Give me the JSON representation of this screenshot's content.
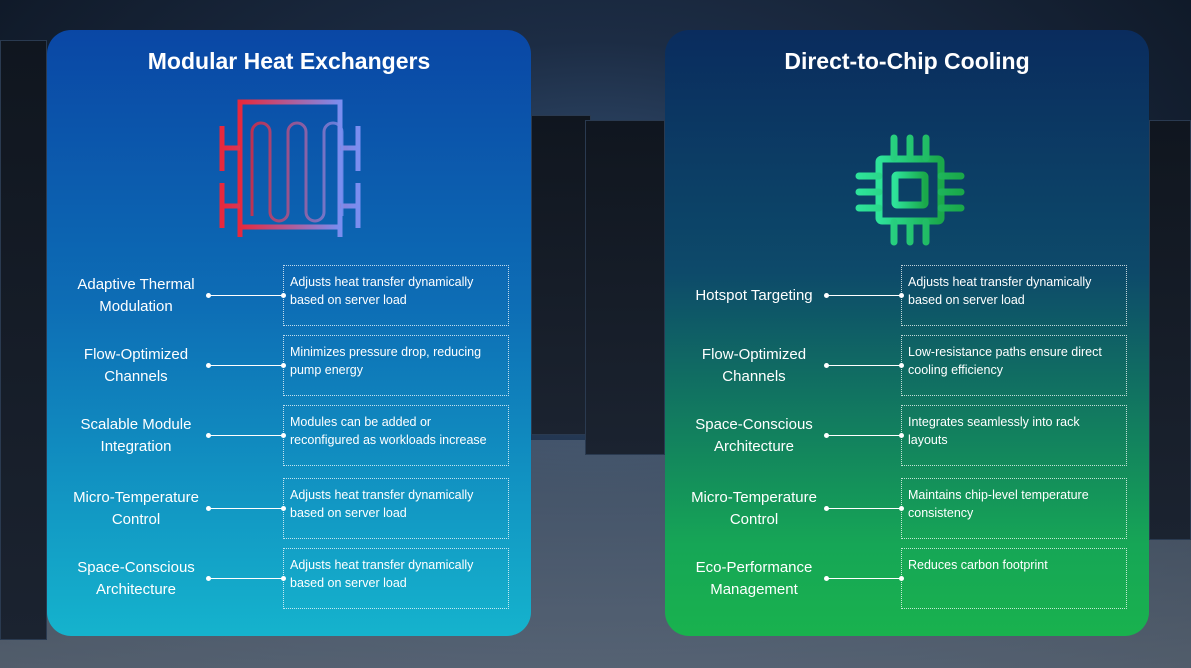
{
  "left_card": {
    "title": "Modular Heat Exchangers",
    "icon": "heat-exchanger-icon",
    "accent_from": "#e8283c",
    "accent_to": "#7a8ef0",
    "rows": [
      {
        "label": "Adaptive Thermal Modulation",
        "desc": "Adjusts heat transfer dynamically based on server load"
      },
      {
        "label": "Flow-Optimized Channels",
        "desc": "Minimizes pressure drop, reducing pump energy"
      },
      {
        "label": "Scalable Module Integration",
        "desc": "Modules can be added or reconfigured as workloads increase"
      },
      {
        "label": "Micro-Temperature Control",
        "desc": "Adjusts heat transfer dynamically based on server load"
      },
      {
        "label": "Space-Conscious Architecture",
        "desc": "Adjusts heat transfer dynamically based on server load"
      }
    ]
  },
  "right_card": {
    "title": "Direct-to-Chip Cooling",
    "icon": "cpu-chip-icon",
    "accent_from": "#2ee39a",
    "accent_to": "#1aa84a",
    "rows": [
      {
        "label": "Hotspot Targeting",
        "desc": "Adjusts heat transfer dynamically based on server load"
      },
      {
        "label": "Flow-Optimized Channels",
        "desc": "Low-resistance paths ensure direct cooling efficiency"
      },
      {
        "label": "Space-Conscious Architecture",
        "desc": "Integrates seamlessly into rack layouts"
      },
      {
        "label": "Micro-Temperature Control",
        "desc": "Maintains chip-level temperature consistency"
      },
      {
        "label": "Eco-Performance Management",
        "desc": "Reduces carbon footprint"
      }
    ]
  }
}
